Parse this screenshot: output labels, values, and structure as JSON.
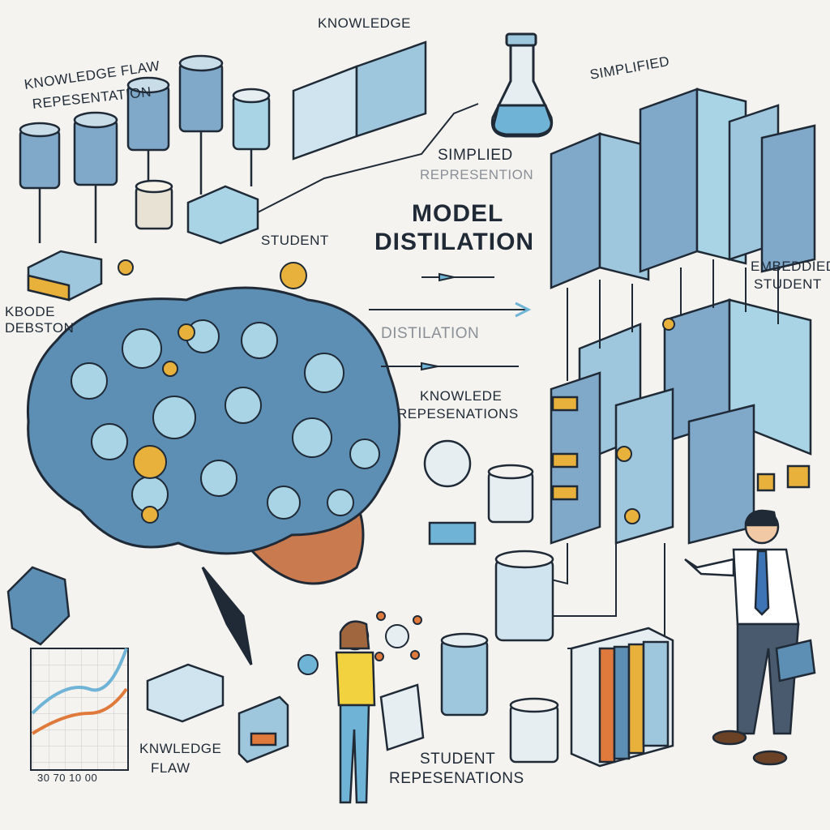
{
  "title_line1": "MODEL",
  "title_line2": "DISTILATION",
  "labels": {
    "knowledge_flow_rep_1": "KNOWLEDGE FLAW",
    "knowledge_flow_rep_2": "REPESENTATION",
    "knowledge_top": "KNOWLEDGE",
    "simplied_top": "SIMPLIFIED",
    "simplied_1": "SIMPLIED",
    "simplied_2": "REPRESENTION",
    "student_mid": "STUDENT",
    "kbode_1": "KBODE",
    "kbode_2": "DEBSTON",
    "distilation_arrow": "DISTILATION",
    "knowledge_rep_1": "KNOWLEDE",
    "knowledge_rep_2": "REPESENATIONS",
    "embedded_1": "EMBEDDIED",
    "embedded_2": "STUDENT",
    "knowledge_flaw_1": "KNWLEDGE",
    "knowledge_flaw_2": "FLAW",
    "student_rep_1": "STUDENT",
    "student_rep_2": "REPESENATIONS",
    "chart_ticks": "30 70 10 00"
  },
  "colors": {
    "ink": "#1f2a36",
    "brain_blue": "#5c8fb3",
    "light_blue": "#a9d4e6",
    "gold": "#e8b13c",
    "orange": "#e07a3c",
    "paper": "#f4f3ef"
  }
}
